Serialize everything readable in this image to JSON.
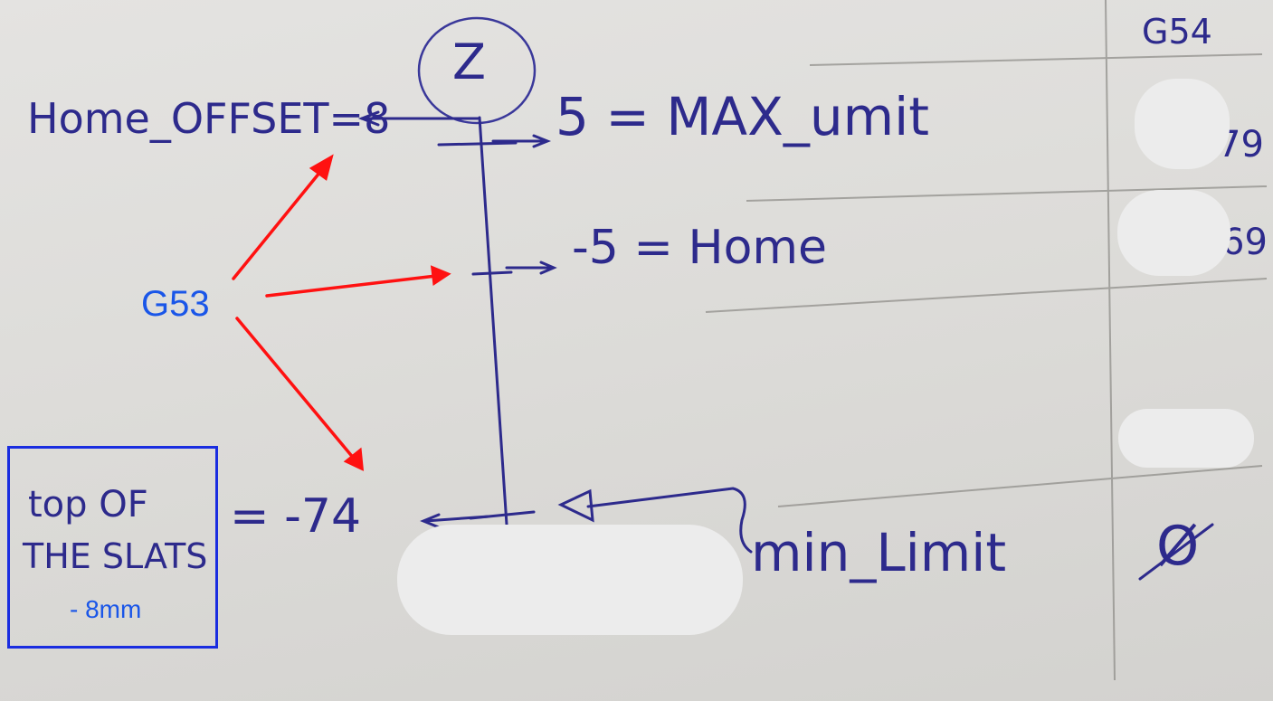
{
  "axis": {
    "label": "Z"
  },
  "table_header": "G54",
  "labels": {
    "home_offset": "Home_OFFSET=8",
    "max_limit": "5 = MAX_umit",
    "home": "-5 = Home",
    "top_value": "= -74",
    "min_limit": "min_Limit",
    "row1": "79",
    "row2": "69",
    "row3": "Ø"
  },
  "callout": {
    "line1": "top OF",
    "line2": "THE SLATS",
    "note": "- 8mm"
  },
  "annotation": {
    "text": "G53",
    "color": "#1a56e8"
  },
  "colors": {
    "ink": "#2d2a8c",
    "arrow": "#ff1111",
    "box": "#1a2de0",
    "paper": "#dddcd9",
    "redaction": "#ececec"
  }
}
